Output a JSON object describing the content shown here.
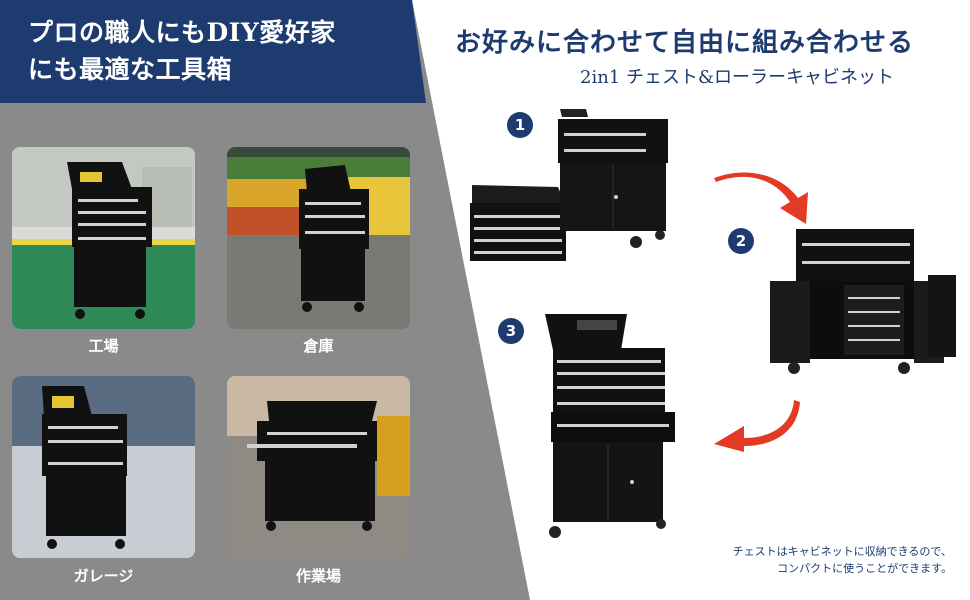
{
  "headline": {
    "line1": "プロの職人にもDIY愛好家",
    "line2": "にも最適な工具箱"
  },
  "scenes": [
    {
      "label": "工場"
    },
    {
      "label": "倉庫"
    },
    {
      "label": "ガレージ"
    },
    {
      "label": "作業場"
    }
  ],
  "title": {
    "main": "お好みに合わせて自由に組み合わせる",
    "sub": "2in1 チェスト&ローラーキャビネット"
  },
  "steps": [
    {
      "number": "1"
    },
    {
      "number": "2"
    },
    {
      "number": "3"
    }
  ],
  "note": {
    "line1": "チェストはキャビネットに収納できるので、",
    "line2": "コンパクトに使うことができます。"
  },
  "colors": {
    "navy": "#1e3b70",
    "gray_panel": "#8a8a8a",
    "arrow_red": "#e23a24",
    "cabinet_black": "#111111"
  },
  "icons": {
    "arrow": "curved-arrow-icon",
    "step_badge": "numbered-circle-icon"
  }
}
